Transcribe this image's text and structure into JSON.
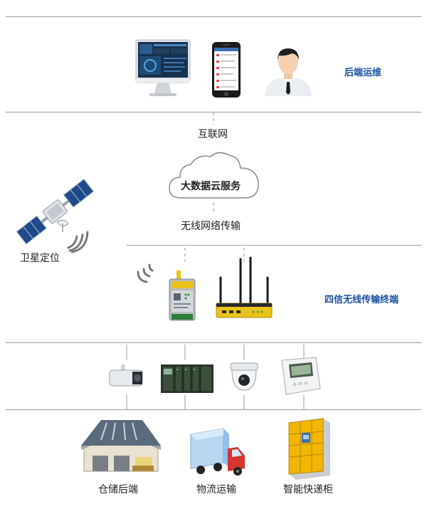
{
  "labels": {
    "backend_ops": "后端运维",
    "internet": "互联网",
    "cloud": "大数据云服务",
    "wireless": "无线网络传输",
    "satellite": "卫星定位",
    "terminal": "四信无线传输终端",
    "warehouse": "仓储后端",
    "logistics": "物流运输",
    "locker": "智能快递柜"
  },
  "colors": {
    "accent_blue": "#1a4fa0",
    "divider": "#9a9a9a",
    "dashed": "#9a9a9a",
    "truck_red": "#d5342f",
    "truck_blue": "#8fbfe8",
    "locker_yellow": "#f2b705",
    "router_yellow": "#e9c21a",
    "solar_blue": "#1f4a8a"
  },
  "icons": [
    "desktop-monitor-icon",
    "smartphone-icon",
    "operator-avatar-icon",
    "cloud-icon",
    "satellite-icon",
    "signal-waves-icon",
    "dtu-modem-icon",
    "router-icon",
    "bullet-camera-icon",
    "plc-rack-icon",
    "dome-camera-icon",
    "thermostat-icon",
    "warehouse-icon",
    "truck-icon",
    "parcel-locker-icon"
  ]
}
